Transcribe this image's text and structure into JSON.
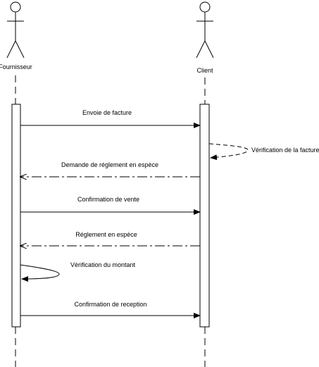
{
  "actors": [
    {
      "id": "fournisseur",
      "name": "Fournisseur"
    },
    {
      "id": "client",
      "name": "Client"
    }
  ],
  "messages": [
    {
      "label": "Envoie de facture",
      "from": "fournisseur",
      "to": "client",
      "style": "solid"
    },
    {
      "label": "Vérification de la facture",
      "from": "client",
      "to": "client",
      "style": "dashed-self"
    },
    {
      "label": "Demande de réglement en espèce",
      "from": "client",
      "to": "fournisseur",
      "style": "dashdot"
    },
    {
      "label": "Confirmation de vente",
      "from": "fournisseur",
      "to": "client",
      "style": "solid"
    },
    {
      "label": "Réglement en espèce",
      "from": "client",
      "to": "fournisseur",
      "style": "dashdot"
    },
    {
      "label": "Vérification du montant",
      "from": "fournisseur",
      "to": "fournisseur",
      "style": "solid-self"
    },
    {
      "label": "Confirmation de reception",
      "from": "fournisseur",
      "to": "client",
      "style": "solid"
    }
  ]
}
